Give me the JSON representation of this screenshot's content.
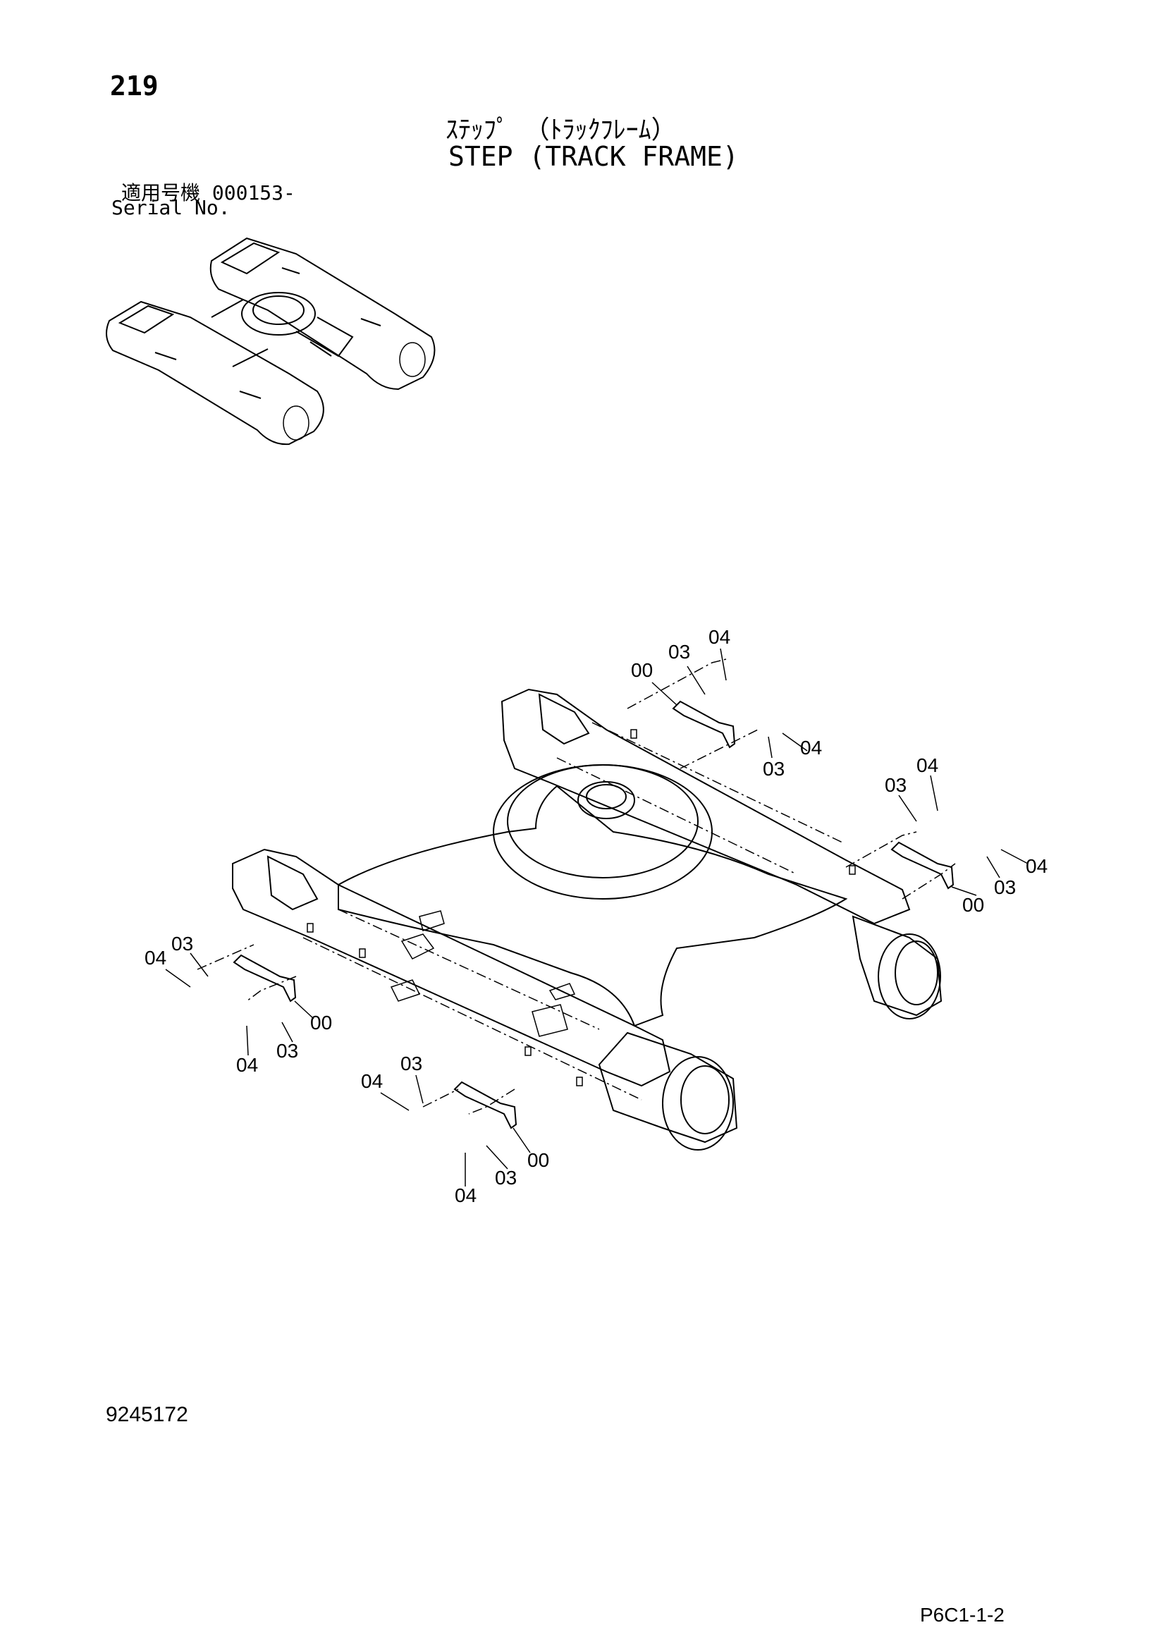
{
  "page_number": "219",
  "title_jp": "ｽﾃｯﾌﾟ （ﾄﾗｯｸﾌﾚｰﾑ）",
  "title_en": "STEP (TRACK FRAME)",
  "serial": {
    "label_jp": "適用号機",
    "range": "000153-",
    "label_en": "Serial No."
  },
  "drawing_number": "9245172",
  "page_code": "P6C1-1-2",
  "callouts": [
    "04",
    "03",
    "00",
    "03",
    "04",
    "04",
    "03",
    "00",
    "03",
    "04",
    "04",
    "03",
    "00",
    "03",
    "04",
    "04",
    "03",
    "00",
    "03",
    "04"
  ]
}
